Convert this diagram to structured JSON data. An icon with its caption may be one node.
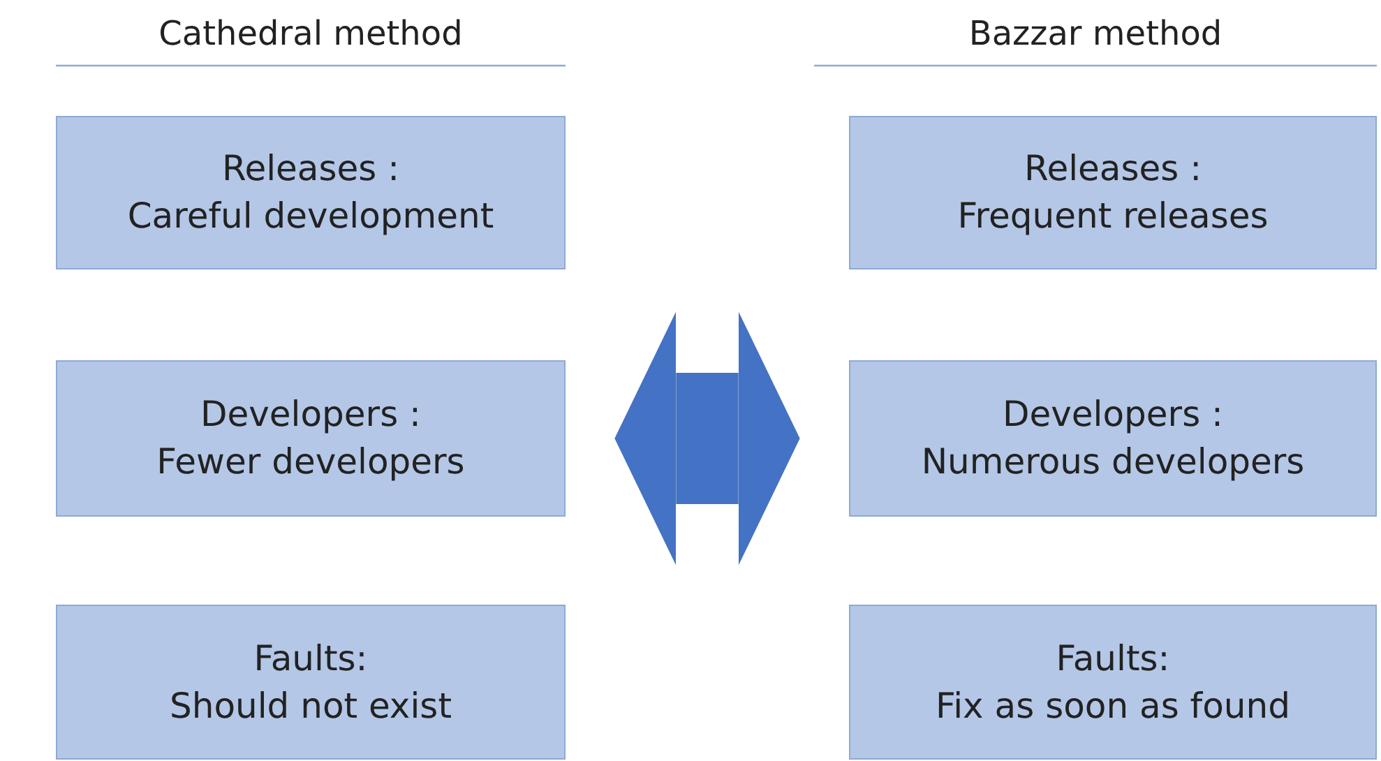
{
  "diagram": {
    "nodes": [
      {
        "text": [
          "Releases :",
          "Careful development"
        ]
      },
      {
        "text": [
          "Developers :",
          "Fewer developers"
        ]
      },
      {
        "text": [
          "Faults:",
          "Should not exist"
        ]
      },
      {
        "text": [
          "Releases :",
          "Frequent releases"
        ]
      },
      {
        "text": [
          "Developers :",
          "Numerous developers"
        ]
      },
      {
        "text": [
          "Faults:",
          "Fix as soon as found"
        ]
      }
    ],
    "edges": [
      {
        "from": 1,
        "to": 4,
        "arrow": "both"
      }
    ],
    "labels": [
      "Cathedral method",
      "Bazzar method"
    ]
  }
}
